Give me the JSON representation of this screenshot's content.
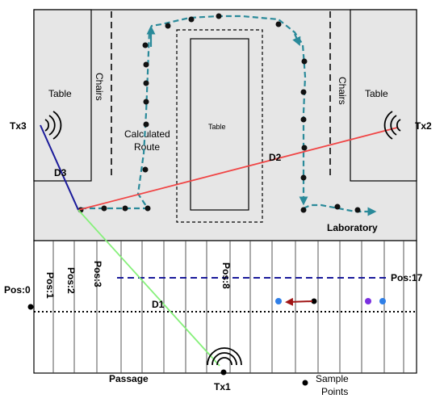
{
  "labels": {
    "table_left": "Table",
    "table_right": "Table",
    "table_center": "Table",
    "chairs_left": "Chairs",
    "chairs_right": "Chairs",
    "calculated_route_line1": "Calculated",
    "calculated_route_line2": "Route",
    "laboratory": "Laboratory",
    "passage": "Passage",
    "sample_points_line1": "Sample",
    "sample_points_line2": "Points"
  },
  "transmitters": {
    "tx1": "Tx1",
    "tx2": "Tx2",
    "tx3": "Tx3"
  },
  "distances": {
    "d1": "D1",
    "d2": "D2",
    "d3": "D3"
  },
  "positions": {
    "pos0": "Pos:0",
    "pos1": "Pos:1",
    "pos2": "Pos:2",
    "pos3": "Pos:3",
    "pos8": "Pos:8",
    "pos17": "Pos:17"
  },
  "colors": {
    "room_fill": "#e6e6e6",
    "table_fill": "#e6e6e6",
    "route": "#2a8a9a",
    "d1_line": "#86f07a",
    "d2_line": "#f04545",
    "d3_line": "#1a1a9a",
    "dashed_blue": "#1a1a9a",
    "arrow_red": "#a01515",
    "dot_blue": "#2f7fe8",
    "dot_purple": "#7a2fe0"
  }
}
